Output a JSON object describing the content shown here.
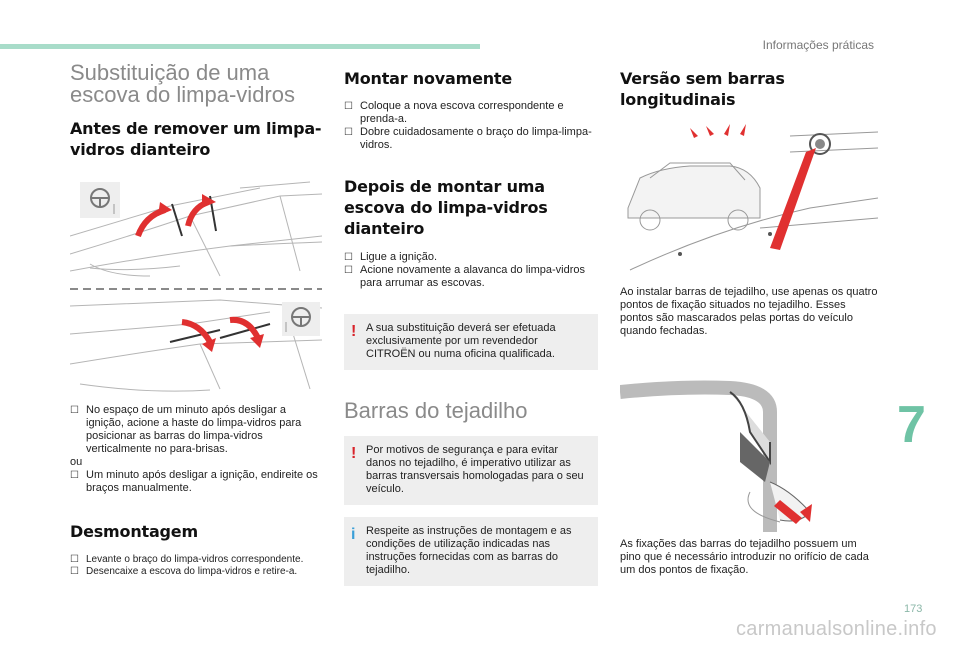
{
  "header": {
    "section_title": "Informações práticas",
    "chapter_number": "7",
    "page_number": "173"
  },
  "watermark": "carmanualsonline.info",
  "col1": {
    "title": "Substituição de uma escova do limpa-vidros",
    "before_heading": "Antes de remover um limpa-vidros dianteiro",
    "before_bullet1": "No espaço de um minuto após desligar a ignição, acione a haste do limpa-vidros para posicionar as barras do limpa-vidros verticalmente no para-brisas.",
    "or_text": "ou",
    "before_bullet2": "Um minuto após desligar a ignição, endireite os braços manualmente.",
    "dismount_heading": "Desmontagem",
    "dismount_bullet1": "Levante o braço do limpa-vidros correspondente.",
    "dismount_bullet2": "Desencaixe a escova do limpa-vidros e retire-a."
  },
  "col2": {
    "remount_heading": "Montar novamente",
    "remount_bullet1": "Coloque a nova escova correspondente e prenda-a.",
    "remount_bullet2": "Dobre cuidadosamente o braço do limpa-limpa-vidros.",
    "after_heading": "Depois de montar uma escova do limpa-vidros dianteiro",
    "after_bullet1": "Ligue a ignição.",
    "after_bullet2": "Acione novamente a alavanca do limpa-vidros para arrumar as escovas.",
    "warning1": "A sua substituição deverá ser efetuada exclusivamente por um revendedor CITROËN ou numa oficina qualificada.",
    "roof_title": "Barras do tejadilho",
    "warning2": "Por motivos de segurança e para evitar danos no tejadilho, é imperativo utilizar as barras transversais homologadas para o seu veículo.",
    "info1": "Respeite as instruções de montagem e as condições de utilização indicadas nas instruções fornecidas com as barras do tejadilho."
  },
  "col3": {
    "heading": "Versão sem barras longitudinais",
    "para1": "Ao instalar barras de tejadilho, use apenas os quatro pontos de fixação situados no tejadilho. Esses pontos são mascarados pelas portas do veículo quando fechadas.",
    "para2": "As fixações das barras do tejadilho possuem um pino que é necessário introduzir no orifício de cada um dos pontos de fixação."
  },
  "icons": {
    "bullet": "checkbox-bullet",
    "warning": "exclamation-icon",
    "info": "info-icon"
  },
  "colors": {
    "accent_green": "#6fc3a5",
    "top_bar": "#a8dcc9",
    "warning_red": "#d8232a",
    "info_blue": "#3a9fd8",
    "arrow_red": "#e03030"
  }
}
